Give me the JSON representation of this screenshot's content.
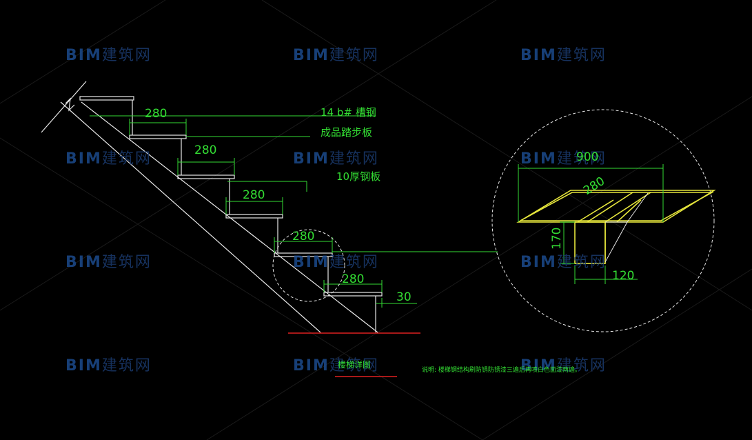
{
  "watermark": {
    "brand": "BIM",
    "suffix": "建筑网"
  },
  "dimensions": {
    "tread": "280",
    "nosing": "30",
    "detail_width": "900",
    "detail_tread": "280",
    "detail_height": "170",
    "detail_channel": "120"
  },
  "labels": {
    "channel": "14 b# 槽钢",
    "tread_board": "成品踏步板",
    "steel_plate": "10厚钢板"
  },
  "title": "楼梯详图",
  "note": "说明: 楼梯钢结构刷防锈防锈漆三遍后再喷白色面漆两遍。",
  "colors": {
    "background": "#000000",
    "line_white": "#e8e8e8",
    "dim_green": "#33dd33",
    "detail_yellow": "#e6e63c",
    "ground_red": "#e02020",
    "watermark_blue": "#1c4a8c"
  }
}
